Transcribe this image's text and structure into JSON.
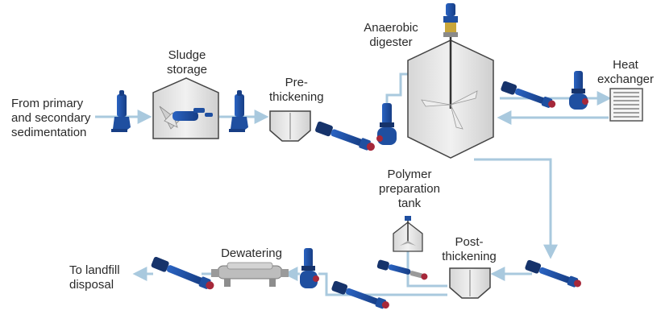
{
  "labels": {
    "source": [
      "From primary",
      "and secondary",
      "sedimentation"
    ],
    "sludge_storage": [
      "Sludge",
      "storage"
    ],
    "pre_thickening": [
      "Pre-",
      "thickening"
    ],
    "anaerobic_digester": [
      "Anaerobic",
      "digester"
    ],
    "heat_exchanger": [
      "Heat",
      "exchanger"
    ],
    "polymer_tank": [
      "Polymer",
      "preparation",
      "tank"
    ],
    "post_thickening": [
      "Post-",
      "thickening"
    ],
    "dewatering": [
      "Dewatering"
    ],
    "landfill": [
      "To landfill",
      "disposal"
    ]
  },
  "colors": {
    "pipe": "#a9c9de",
    "pump_blue": "#1f4fa0",
    "pump_dark": "#16336b",
    "flange_red": "#a6283a",
    "tank_fill": "#e3e3e3",
    "tank_stroke": "#444444",
    "steel": "#9a9a9a"
  }
}
